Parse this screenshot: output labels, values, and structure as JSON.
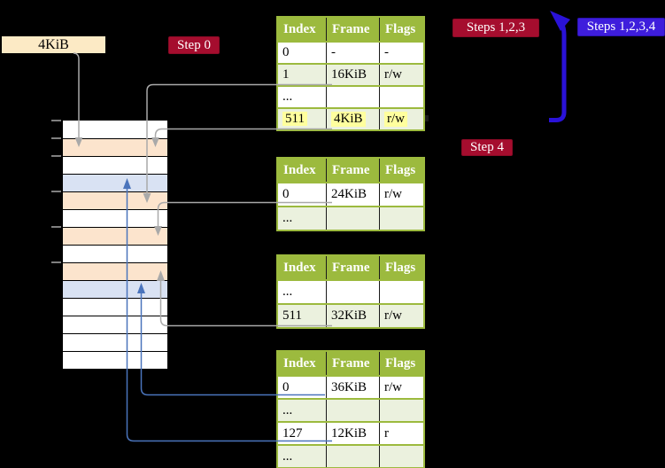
{
  "labels": {
    "frame_size": "4KiB",
    "step0": "Step 0",
    "steps123": "Steps 1,2,3",
    "steps1234": "Steps 1,2,3,4",
    "step4": "Step 4"
  },
  "table_headers": [
    "Index",
    "Frame",
    "Flags"
  ],
  "tables": [
    {
      "rows": [
        {
          "index": "0",
          "frame": "-",
          "flags": "-",
          "shade": "white",
          "highlight": false
        },
        {
          "index": "1",
          "frame": "16KiB",
          "flags": "r/w",
          "shade": "green",
          "highlight": false
        },
        {
          "index": "...",
          "frame": "",
          "flags": "",
          "shade": "white",
          "highlight": false
        },
        {
          "index": "511",
          "frame": "4KiB",
          "flags": "r/w",
          "shade": "green",
          "highlight": true
        }
      ]
    },
    {
      "rows": [
        {
          "index": "0",
          "frame": "24KiB",
          "flags": "r/w",
          "shade": "white",
          "highlight": false
        },
        {
          "index": "...",
          "frame": "",
          "flags": "",
          "shade": "green",
          "highlight": false
        }
      ]
    },
    {
      "rows": [
        {
          "index": "...",
          "frame": "",
          "flags": "",
          "shade": "white",
          "highlight": false
        },
        {
          "index": "511",
          "frame": "32KiB",
          "flags": "r/w",
          "shade": "green",
          "highlight": false
        }
      ]
    },
    {
      "rows": [
        {
          "index": "0",
          "frame": "36KiB",
          "flags": "r/w",
          "shade": "white",
          "highlight": false
        },
        {
          "index": "...",
          "frame": "",
          "flags": "",
          "shade": "green",
          "highlight": false
        },
        {
          "index": "127",
          "frame": "12KiB",
          "flags": "r",
          "shade": "white",
          "highlight": false
        },
        {
          "index": "...",
          "frame": "",
          "flags": "",
          "shade": "green",
          "highlight": false
        }
      ]
    }
  ],
  "memory_strip": {
    "frames": [
      "white",
      "orange",
      "white",
      "blue",
      "orange",
      "white",
      "orange",
      "white",
      "orange",
      "blue",
      "white",
      "white",
      "white",
      "white"
    ]
  },
  "colors": {
    "background": "#000000",
    "table_header_green": "#9cba3e",
    "table_row_green": "#ebf1de",
    "highlight_yellow": "#ffff9e",
    "badge_red": "#a50d2e",
    "badge_blue": "#3e1ddc",
    "frame_orange": "#fce4cd",
    "frame_blue": "#d9e2f3",
    "label_wheat": "#fceac5",
    "connector_gray": "#a9a9a9",
    "connector_blue": "#4a74bc",
    "big_arrow_blue": "#2a12d8"
  }
}
